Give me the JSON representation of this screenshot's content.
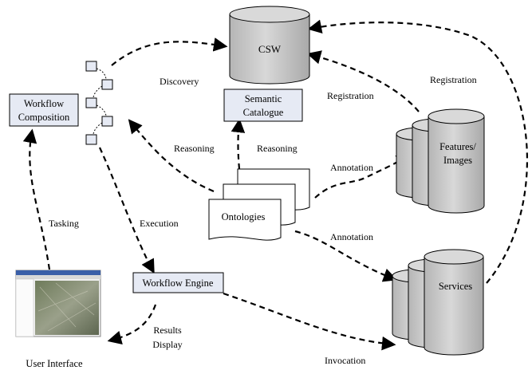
{
  "nodes": {
    "csw": "CSW",
    "semantic_catalogue": [
      "Semantic",
      "Catalogue"
    ],
    "workflow_composition": [
      "Workflow",
      "Composition"
    ],
    "workflow_engine": "Workflow Engine",
    "ontologies": "Ontologies",
    "features_images": [
      "Features/",
      "Images"
    ],
    "services": "Services",
    "user_interface": "User Interface"
  },
  "edges": {
    "discovery": "Discovery",
    "registration_catalogue": "Registration",
    "registration_services": "Registration",
    "reasoning_workflow": "Reasoning",
    "reasoning_catalogue": "Reasoning",
    "annotation_features": "Annotation",
    "annotation_services": "Annotation",
    "tasking": "Tasking",
    "execution": "Execution",
    "results_display": [
      "Results",
      "Display"
    ],
    "invocation": "Invocation"
  },
  "colors": {
    "cylinder_fill": "#c8c8c8",
    "cylinder_top": "#d9d9d9",
    "box_fill": "#e6eaf4",
    "line": "#000000"
  }
}
